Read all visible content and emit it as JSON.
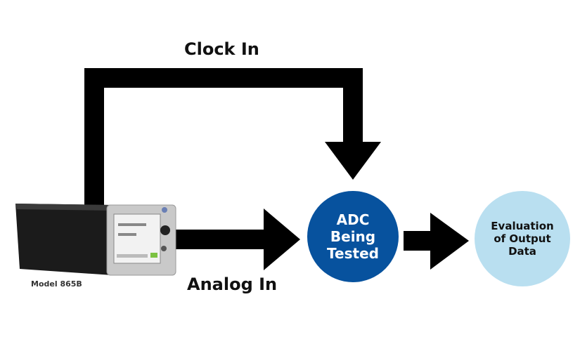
{
  "labels": {
    "clock_in": "Clock In",
    "analog_in": "Analog In",
    "device_model": "Model 865B"
  },
  "nodes": {
    "adc": {
      "lines": [
        "ADC",
        "Being",
        "Tested"
      ],
      "color": "#07529e",
      "text_color": "#ffffff"
    },
    "evaluation": {
      "lines": [
        "Evaluation",
        "of Output",
        "Data"
      ],
      "color": "#b9dff0",
      "text_color": "#111111"
    }
  },
  "device": {
    "name": "Model 865B",
    "screen_accent": "#7cc242"
  }
}
